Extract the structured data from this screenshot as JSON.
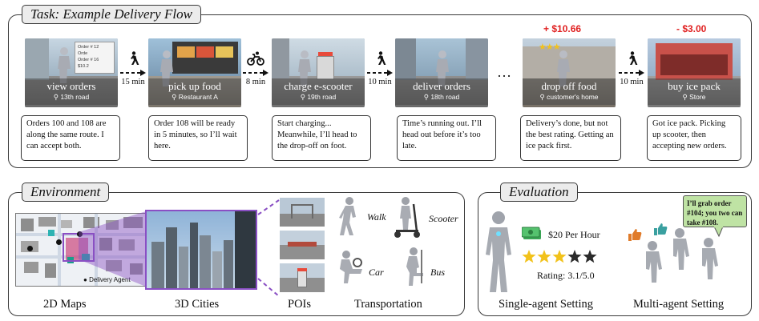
{
  "task": {
    "title": "Task: Example Delivery Flow",
    "steps": [
      {
        "action": "view orders",
        "location": "13th road",
        "note": "Orders 100 and 108 are along the same route. I can accept both."
      },
      {
        "action": "pick up food",
        "location": "Restaurant A",
        "note": "Order 108 will be ready in 5 minutes, so I’ll wait here."
      },
      {
        "action": "charge e-scooter",
        "location": "19th road",
        "note": "Start charging... Meanwhile, I’ll head to the drop-off on foot."
      },
      {
        "action": "deliver orders",
        "location": "18th road",
        "note": "Time’s running out. I’ll head out before it’s too late."
      },
      {
        "action": "drop off food",
        "location": "customer's home",
        "note": "Delivery’s done, but not the best rating. Getting an ice pack first."
      },
      {
        "action": "buy ice pack",
        "location": "Store",
        "note": "Got ice pack. Picking up scooter, then accepting new orders."
      }
    ],
    "transitions": [
      {
        "mode": "walk-icon",
        "time": "15 min"
      },
      {
        "mode": "bike-icon",
        "time": "8 min"
      },
      {
        "mode": "walk-icon",
        "time": "10 min"
      },
      {
        "mode": "walk-icon",
        "time": "10 min"
      }
    ],
    "ellipsis": "…",
    "money_gain": "+ $10.66",
    "money_loss": "- $3.00",
    "order_list_lines": [
      "Order # 12",
      "Orde",
      "Order # 16",
      "$10.2"
    ],
    "drop_rating_stars": 3
  },
  "environment": {
    "title": "Environment",
    "captions": {
      "maps": "2D Maps",
      "cities": "3D Cities",
      "pois": "POIs",
      "transport": "Transportation"
    },
    "legend": "Delivery Agent",
    "transport_modes": [
      "Walk",
      "Scooter",
      "Car",
      "Bus"
    ]
  },
  "evaluation": {
    "title": "Evaluation",
    "pay": "$20 Per Hour",
    "rating": "Rating: 3.1/5.0",
    "rating_value": 3.1,
    "stars_filled": 3,
    "stars_total": 5,
    "speech": "I’ll grab order #104; you two can take #108.",
    "captions": {
      "single": "Single-agent Setting",
      "multi": "Multi-agent Setting"
    }
  },
  "colors": {
    "accent_purple": "#8a4fc4",
    "money_red": "#e02020",
    "star_gold": "#f2c21b",
    "speech_green": "#bfe3a4"
  }
}
